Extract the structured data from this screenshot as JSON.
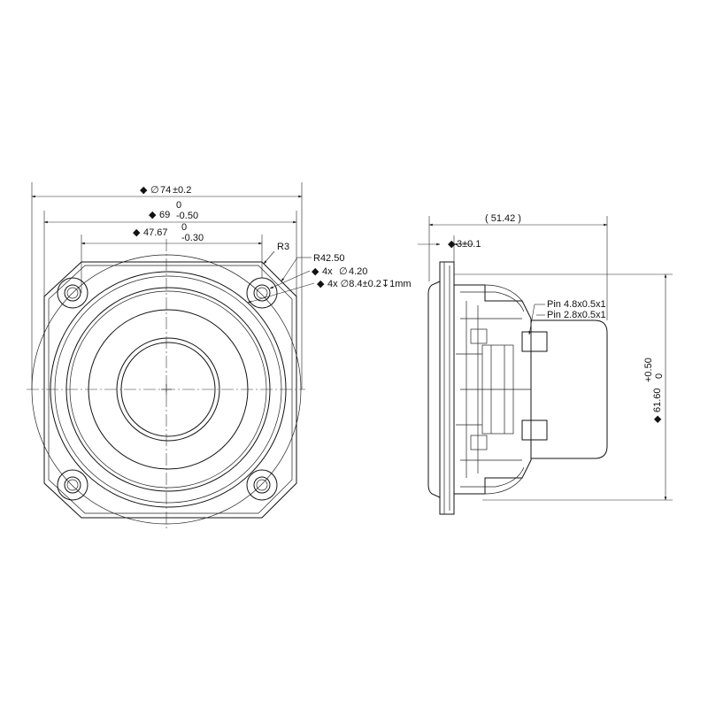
{
  "front_view": {
    "dim_outer_diameter": {
      "symbol": "◆",
      "prefix": "∅",
      "value": "74",
      "tol": "±0.2"
    },
    "dim_square": {
      "symbol": "◆",
      "value": "69",
      "tol_upper": "0",
      "tol_lower": "-0.50"
    },
    "dim_hole_spacing": {
      "symbol": "◆",
      "value": "47.67",
      "tol_upper": "0",
      "tol_lower": "-0.30"
    },
    "radius_corner": "R3",
    "radius_arc": "R42.50",
    "holes_through": {
      "symbol": "◆",
      "count": "4x",
      "prefix": "∅",
      "value": "4.20"
    },
    "holes_counterbore": {
      "symbol": "◆",
      "text": "4x ∅8.4±0.2↧1mm"
    }
  },
  "side_view": {
    "dim_depth": "( 51.42 )",
    "dim_flange": {
      "symbol": "◆",
      "value": "3±0.1"
    },
    "dim_height": {
      "symbol": "◆",
      "value": "61.60",
      "tol_upper": "+0.50",
      "tol_lower": "0"
    },
    "pin_large": "Pin 4.8x0.5x1",
    "pin_small": "Pin 2.8x0.5x1"
  }
}
